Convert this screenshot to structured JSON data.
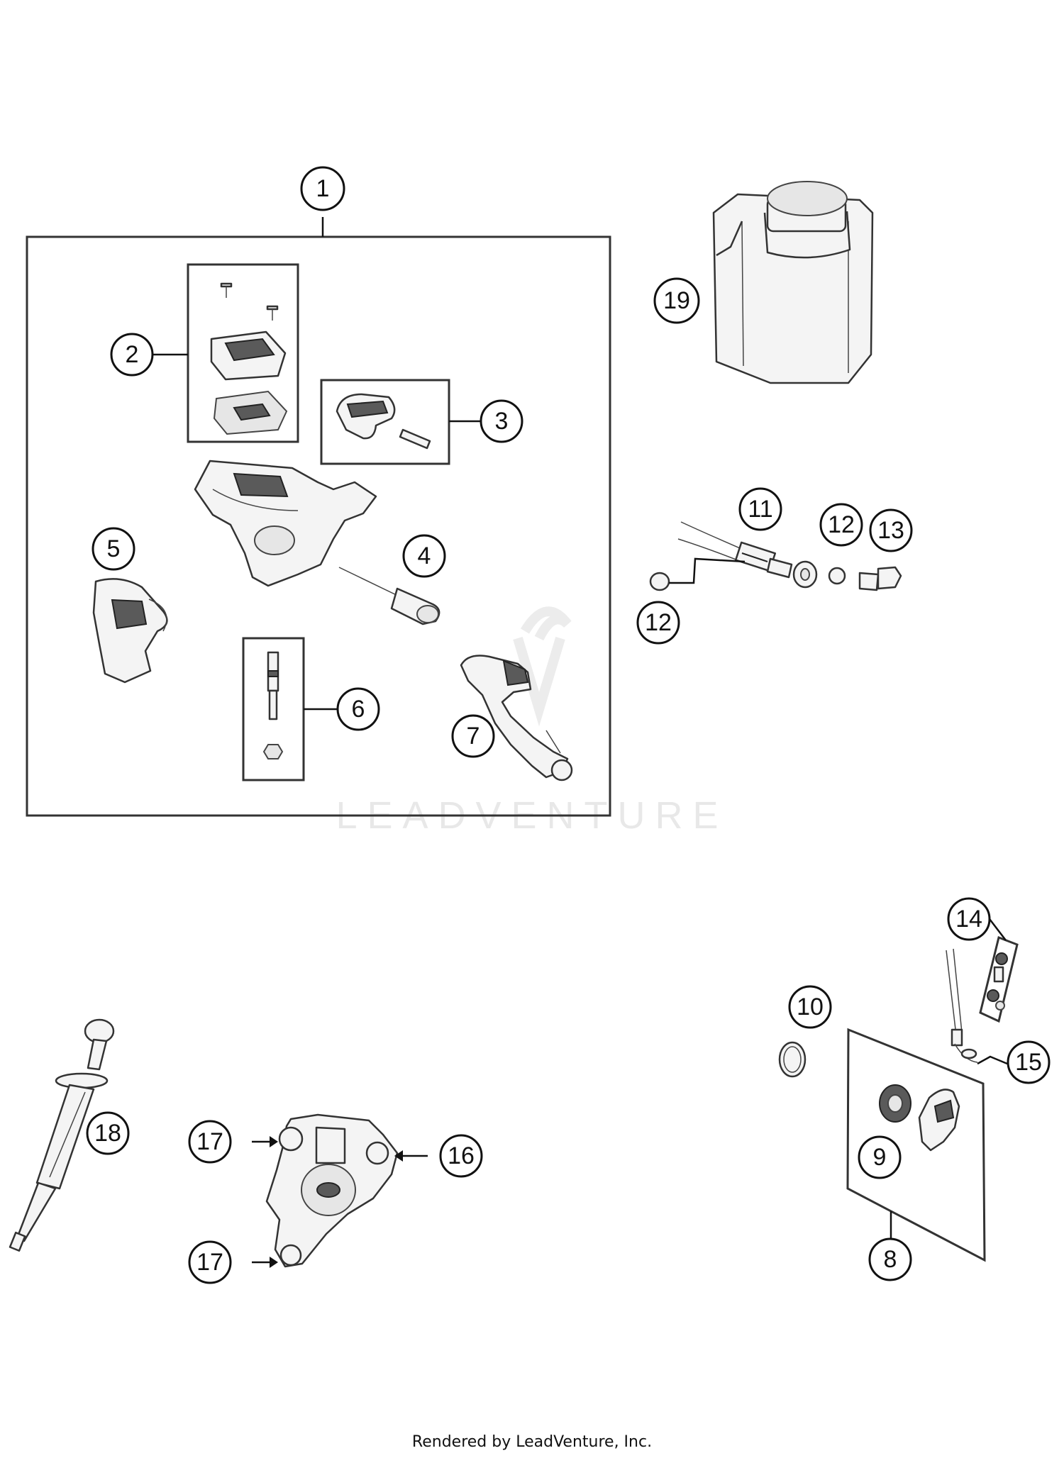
{
  "callouts": {
    "c1": "1",
    "c2": "2",
    "c3": "3",
    "c4": "4",
    "c5": "5",
    "c6": "6",
    "c7": "7",
    "c8": "8",
    "c9": "9",
    "c10": "10",
    "c11": "11",
    "c12a": "12",
    "c12b": "12",
    "c13": "13",
    "c14": "14",
    "c15": "15",
    "c16": "16",
    "c17a": "17",
    "c17b": "17",
    "c18": "18",
    "c19": "19"
  },
  "watermark": "LEADVENTURE",
  "footer": "Rendered by LeadVenture, Inc."
}
